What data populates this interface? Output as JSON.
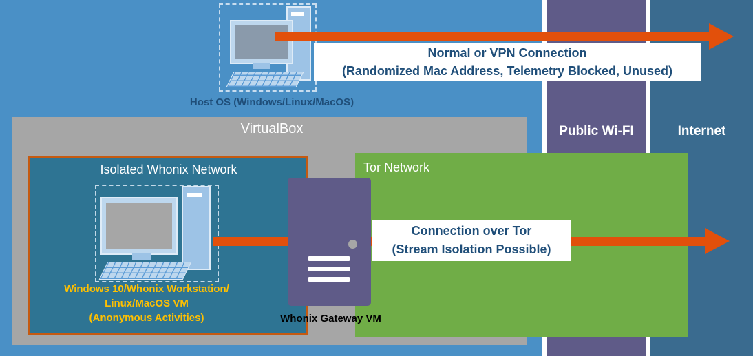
{
  "labels": {
    "host_os": "Host OS (Windows/Linux/MacOS)",
    "virtualbox": "VirtualBox",
    "isolated_network": "Isolated Whonix Network",
    "tor_network": "Tor Network",
    "public_wifi": "Public Wi-FI",
    "internet": "Internet",
    "gateway": "Whonix Gateway VM"
  },
  "workstation_caption": {
    "line1": "Windows 10/Whonix Workstation/",
    "line2": "Linux/MacOS VM",
    "line3": "(Anonymous Activities)"
  },
  "vpn_connection": {
    "line1": "Normal or VPN Connection",
    "line2": "(Randomized Mac Address, Telemetry Blocked, Unused)"
  },
  "tor_connection": {
    "line1": "Connection over Tor",
    "line2": "(Stream Isolation Possible)"
  },
  "icons": {
    "host_pc": "desktop-computer",
    "workstation_pc": "desktop-computer",
    "gateway_server": "server-tower"
  },
  "colors": {
    "background_blue": "#4A90C6",
    "public_wifi_purple": "#5F5B88",
    "internet_teal": "#3A6B8F",
    "virtualbox_gray": "#A6A6A6",
    "whonix_network_teal": "#2E7493",
    "whonix_border_orange": "#C55A11",
    "tor_green": "#70AD47",
    "arrow_orange": "#E2500B",
    "caption_gold": "#FFC000",
    "label_navy": "#1F4E79"
  }
}
